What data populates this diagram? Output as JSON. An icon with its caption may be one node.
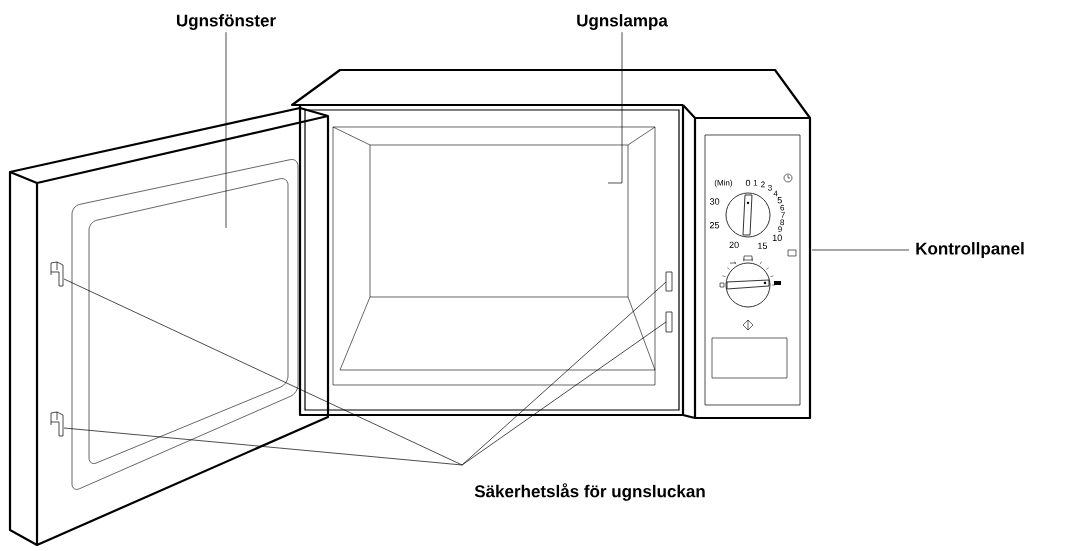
{
  "diagram": {
    "nodes": [
      {
        "text": [
          "Ugnsfönster"
        ]
      },
      {
        "text": [
          "Ugnslampa"
        ]
      },
      {
        "text": [
          "Kontrollpanel"
        ]
      },
      {
        "text": [
          "Säkerhetslås för ugnsluckan"
        ]
      }
    ],
    "edges": [
      {
        "from": 0,
        "to": null,
        "arrow": "none"
      },
      {
        "from": 1,
        "to": null,
        "arrow": "none"
      },
      {
        "from": 2,
        "to": null,
        "arrow": "none"
      },
      {
        "from": 3,
        "to": null,
        "arrow": "none"
      },
      {
        "from": 3,
        "to": null,
        "arrow": "none"
      },
      {
        "from": 3,
        "to": null,
        "arrow": "none"
      },
      {
        "from": 3,
        "to": null,
        "arrow": "none"
      }
    ],
    "labels": [
      "(Min)",
      "0",
      "1",
      "2",
      "3",
      "4",
      "5",
      "6",
      "7",
      "8",
      "9",
      "10",
      "15",
      "20",
      "25",
      "30"
    ]
  }
}
